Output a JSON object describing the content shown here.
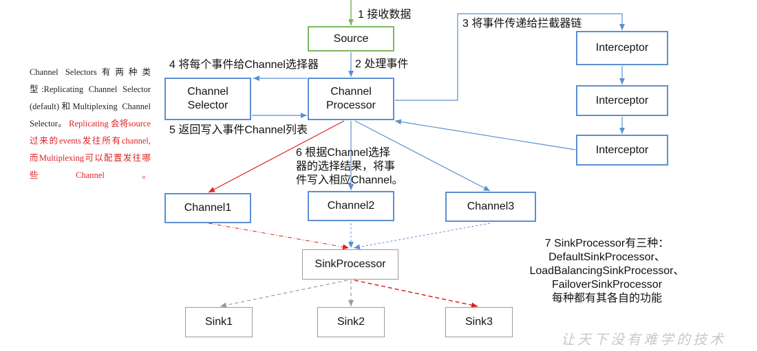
{
  "nodes": {
    "source": "Source",
    "channel_processor": "Channel\nProcessor",
    "channel_selector": "Channel\nSelector",
    "interceptor_1": "Interceptor",
    "interceptor_2": "Interceptor",
    "interceptor_3": "Interceptor",
    "channel1": "Channel1",
    "channel2": "Channel2",
    "channel3": "Channel3",
    "sink_processor": "SinkProcessor",
    "sink1": "Sink1",
    "sink2": "Sink2",
    "sink3": "Sink3"
  },
  "steps": {
    "s1": "1 接收数据",
    "s2": "2 处理事件",
    "s3": "3 将事件传递给拦截器链",
    "s4": "4 将每个事件给Channel选择器",
    "s5": "5 返回写入事件Channel列表",
    "s6": "6 根据Channel选择\n器的选择结果，将事\n件写入相应Channel。",
    "s7": "7 SinkProcessor有三种：\nDefaultSinkProcessor、\nLoadBalancingSinkProcessor、\nFailoverSinkProcessor\n每种都有其各自的功能"
  },
  "side_note": {
    "line1": "Channel Selectors有两种类型:Replicating Channel Selector (default)和Multiplexing Channel Selector。",
    "line2_red": "Replicating 会将source过来的events发往所有channel, 而Multiplexing可以配置发往哪些Channel。"
  },
  "watermark": "让天下没有难学的技术",
  "colors": {
    "blue": "#5b8fd1",
    "green": "#7bb661",
    "red": "#e02020",
    "gray": "#9a9a9a"
  }
}
